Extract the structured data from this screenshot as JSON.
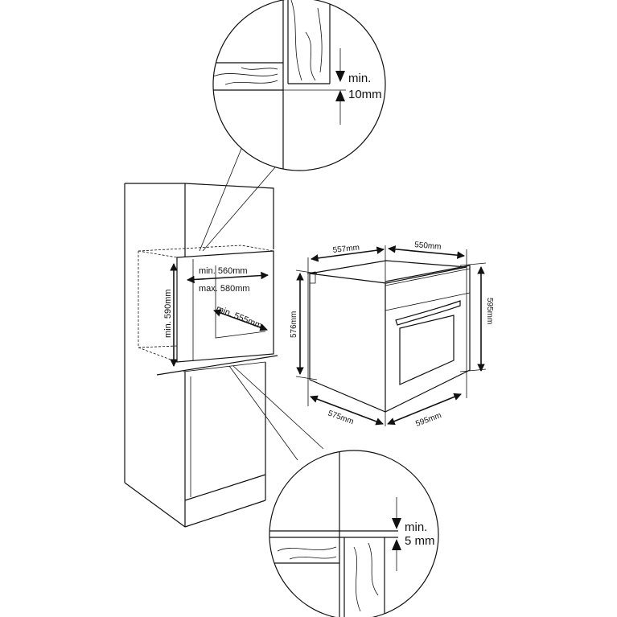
{
  "top_detail": {
    "label_min": "min.",
    "label_value": "10mm"
  },
  "cabinet": {
    "width_min": "min. 560mm",
    "width_max": "max. 580mm",
    "height_min": "min. 590mm",
    "depth_min": "min. 555mm"
  },
  "oven": {
    "depth_top": "557mm",
    "width_top": "550mm",
    "height_side": "576mm",
    "height_front": "595mm",
    "depth_bottom": "575mm",
    "width_bottom": "595mm"
  },
  "bottom_detail": {
    "label_min": "min.",
    "label_value": "5 mm"
  }
}
